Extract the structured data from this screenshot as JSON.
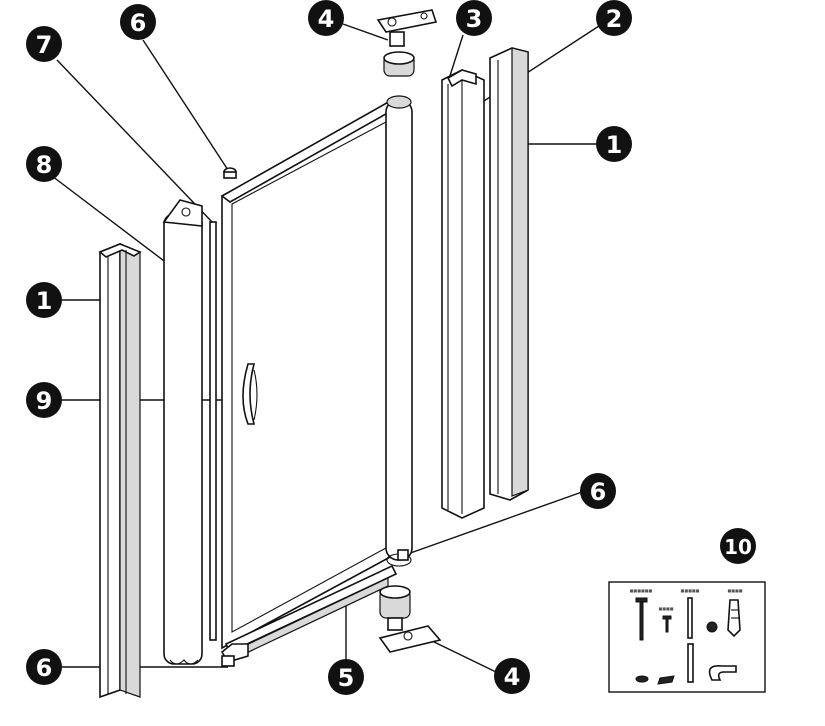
{
  "callouts": [
    {
      "id": "callout-1-left",
      "label": "1"
    },
    {
      "id": "callout-1-right",
      "label": "1"
    },
    {
      "id": "callout-2",
      "label": "2"
    },
    {
      "id": "callout-3",
      "label": "3"
    },
    {
      "id": "callout-4-top",
      "label": "4"
    },
    {
      "id": "callout-4-bottom",
      "label": "4"
    },
    {
      "id": "callout-5",
      "label": "5"
    },
    {
      "id": "callout-6-top",
      "label": "6"
    },
    {
      "id": "callout-6-right",
      "label": "6"
    },
    {
      "id": "callout-6-bottom",
      "label": "6"
    },
    {
      "id": "callout-7",
      "label": "7"
    },
    {
      "id": "callout-8",
      "label": "8"
    },
    {
      "id": "callout-9",
      "label": "9"
    },
    {
      "id": "callout-10",
      "label": "10"
    }
  ],
  "colors": {
    "ink": "#111111",
    "paper": "#ffffff",
    "shade": "#d9d9d9"
  },
  "icons": [
    "wall-profile",
    "door-panel",
    "hinge-bracket",
    "handle",
    "fixing-kit"
  ]
}
